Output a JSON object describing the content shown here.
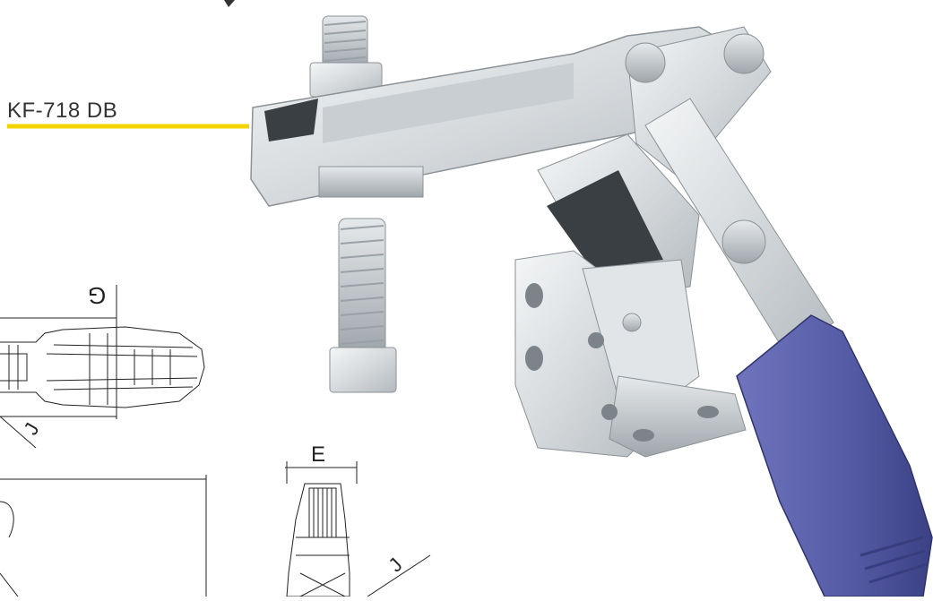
{
  "callout": {
    "label": "KF-718 DB",
    "line_color": "#f2d500"
  },
  "dimensions": {
    "g": "G",
    "e": "E",
    "j1": "J",
    "j2": "J"
  },
  "product": {
    "metal_color": "#d9dde0",
    "handle_color": "#5a5fa8"
  }
}
